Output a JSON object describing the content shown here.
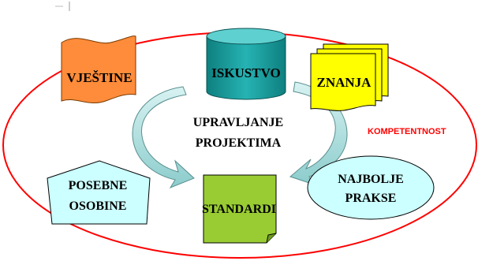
{
  "center_label": [
    "UPRAVLJANJE",
    "PROJEKTIMA"
  ],
  "outer_label": "KOMPETENTNOST",
  "nodes": {
    "vjestine": "VJEŠTINE",
    "iskustvo": "ISKUSTVO",
    "znanja": "ZNANJA",
    "posebne_osobine": [
      "POSEBNE",
      "OSOBINE"
    ],
    "standardi": "STANDARDI",
    "najbolje_prakse": [
      "NAJBOLJE",
      "PRAKSE"
    ]
  },
  "colors": {
    "outer_ellipse": "#ff0000",
    "outer_label": "#ff0000",
    "vjestine_fill": "#ff8c3a",
    "iskustvo_fill": "#1a9e9e",
    "iskustvo_top": "#5fd0d0",
    "znanja_fill": "#ffff00",
    "posebne_fill": "#ccffff",
    "standardi_fill": "#99cc33",
    "najbolje_fill": "#ccffff",
    "arrows": "#a8dede"
  },
  "icons": {
    "vjestine": "wavy-flag-shape",
    "iskustvo": "cylinder-shape",
    "znanja": "stacked-documents-shape",
    "posebne_osobine": "pentagon-shape",
    "standardi": "folded-page-shape",
    "najbolje_prakse": "ellipse-shape",
    "cycle": "circular-arrows"
  }
}
